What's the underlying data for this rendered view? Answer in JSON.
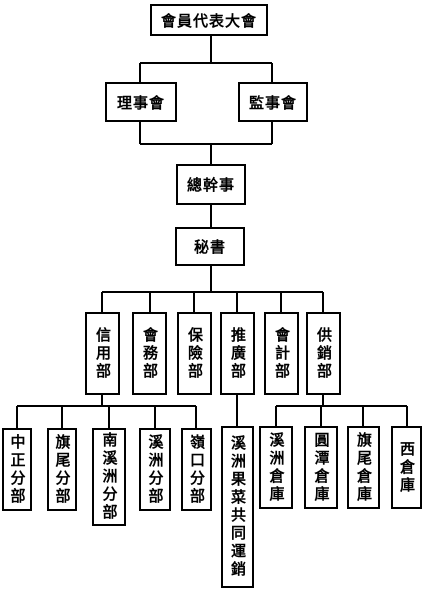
{
  "org_chart": {
    "assembly": "會員代表大會",
    "board_of_directors": "理事會",
    "board_of_supervisors": "監事會",
    "general_manager": "總幹事",
    "secretary": "秘書",
    "departments": {
      "credit": "信用部",
      "insurance_affairs": "會務部",
      "insurance": "保險部",
      "extension": "推廣部",
      "accounting": "會計部",
      "supply_marketing": "供銷部"
    },
    "credit_branches": {
      "zhongzheng": "中正分部",
      "qiwei": "旗尾分部",
      "nanxizhou": "南溪洲分部",
      "xizhou": "溪洲分部",
      "lingkou": "嶺口分部"
    },
    "extension_units": {
      "fruit_veg": "溪洲果菜共同運銷"
    },
    "warehouses": {
      "xizhou": "溪洲倉庫",
      "yuantan": "圓潭倉庫",
      "qiwei": "旗尾倉庫",
      "xi": "西倉庫"
    }
  }
}
